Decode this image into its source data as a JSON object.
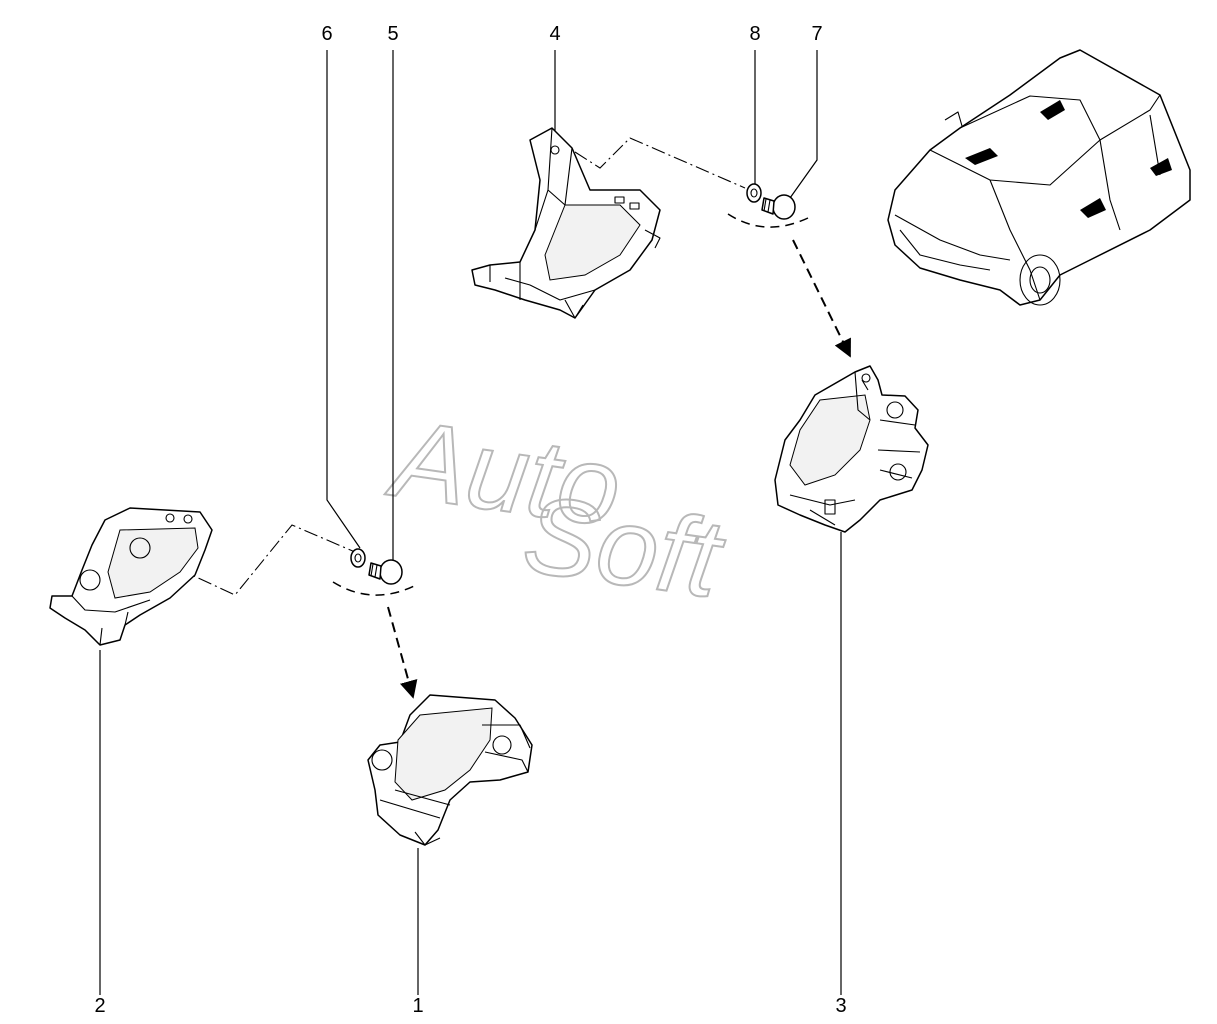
{
  "callouts": {
    "c1": "1",
    "c2": "2",
    "c3": "3",
    "c4": "4",
    "c5": "5",
    "c6": "6",
    "c7": "7",
    "c8": "8"
  },
  "watermark": {
    "line1": "Auto",
    "line2": "Soft"
  },
  "icons": {
    "vehicle": "car-locator-icon"
  }
}
